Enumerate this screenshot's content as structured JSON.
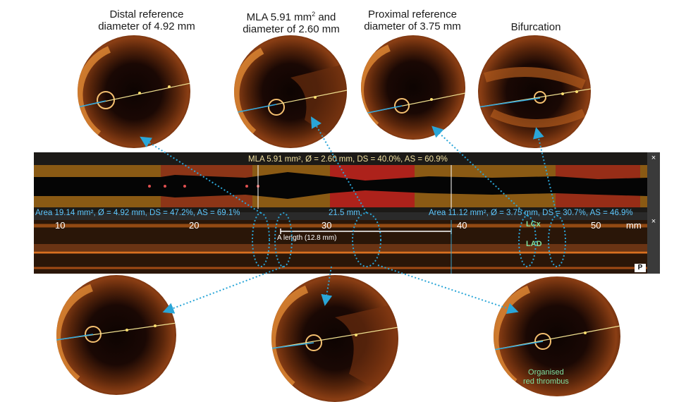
{
  "captions": {
    "distal": [
      "Distal reference",
      "diameter of 4.92 mm"
    ],
    "mla_line1": "MLA 5.91 mm",
    "mla_sup": "2",
    "mla_line1_tail": " and",
    "mla_line2": "diameter of 2.60 mm",
    "proximal": [
      "Proximal reference",
      "diameter of 3.75 mm"
    ],
    "bifurcation": "Bifurcation"
  },
  "panel": {
    "mla_readout": "MLA 5.91 mm², Ø = 2.60 mm, DS = 40.0%, AS = 60.9%",
    "distal_readout": "Area 19.14 mm², Ø = 4.92 mm, DS = 47.2%, AS = 69.1%",
    "length_readout": "21.5 mm",
    "proximal_readout": "Area 11.12 mm², Ø = 3.75 mm, DS = 30.7%, AS = 46.9%",
    "ticks": [
      "10",
      "20",
      "30",
      "40",
      "50"
    ],
    "unit": "mm",
    "a_length": "A length (12.8 mm)",
    "lcx": "LCx",
    "lad": "LAD",
    "close": "×",
    "p_button": "P"
  },
  "thrombus_label": [
    "Organised",
    "red thrombus"
  ],
  "colors": {
    "dotted_arrow": "#2aa6d8",
    "readout_cyan": "#5ec8ff",
    "lumen_red": "#a01818",
    "vessel_orange": "#c06018"
  }
}
